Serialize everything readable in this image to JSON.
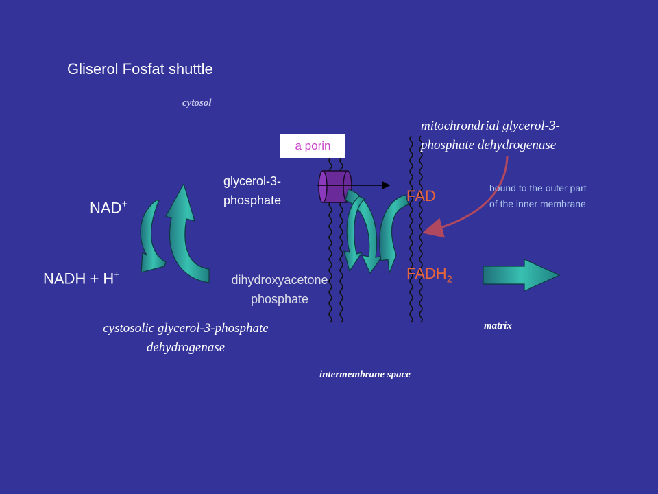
{
  "title": "Gliserol Fosfat shuttle",
  "labels": {
    "cytosol": "cytosol",
    "mito_enzyme_line1": "mitochrondrial glycerol-3-",
    "mito_enzyme_line2": "phosphate dehydrogenase",
    "porin": "a porin",
    "g3p_line1": "glycerol-3-",
    "g3p_line2": "phosphate",
    "fad": "FAD",
    "bound_line1": "bound to the outer part",
    "bound_line2": "of the inner membrane",
    "nad": "NAD",
    "nad_sup": "+",
    "nadh": "NADH + H",
    "nadh_sup": "+",
    "fadh": "FADH",
    "fadh_sub": "2",
    "dhap_line1": "dihydroxyacetone",
    "dhap_line2": "phosphate",
    "cyto_enzyme_line1": "cystosolic glycerol-3-phosphate",
    "cyto_enzyme_line2": "dehydrogenase",
    "matrix": "matrix",
    "intermembrane": "intermembrane space"
  },
  "colors": {
    "background": "#333399",
    "teal_arrow": "#2aa8a0",
    "fad_text": "#e8663a",
    "porin_fill": "#6a2a9a",
    "curved_arrow": "#b04860"
  }
}
